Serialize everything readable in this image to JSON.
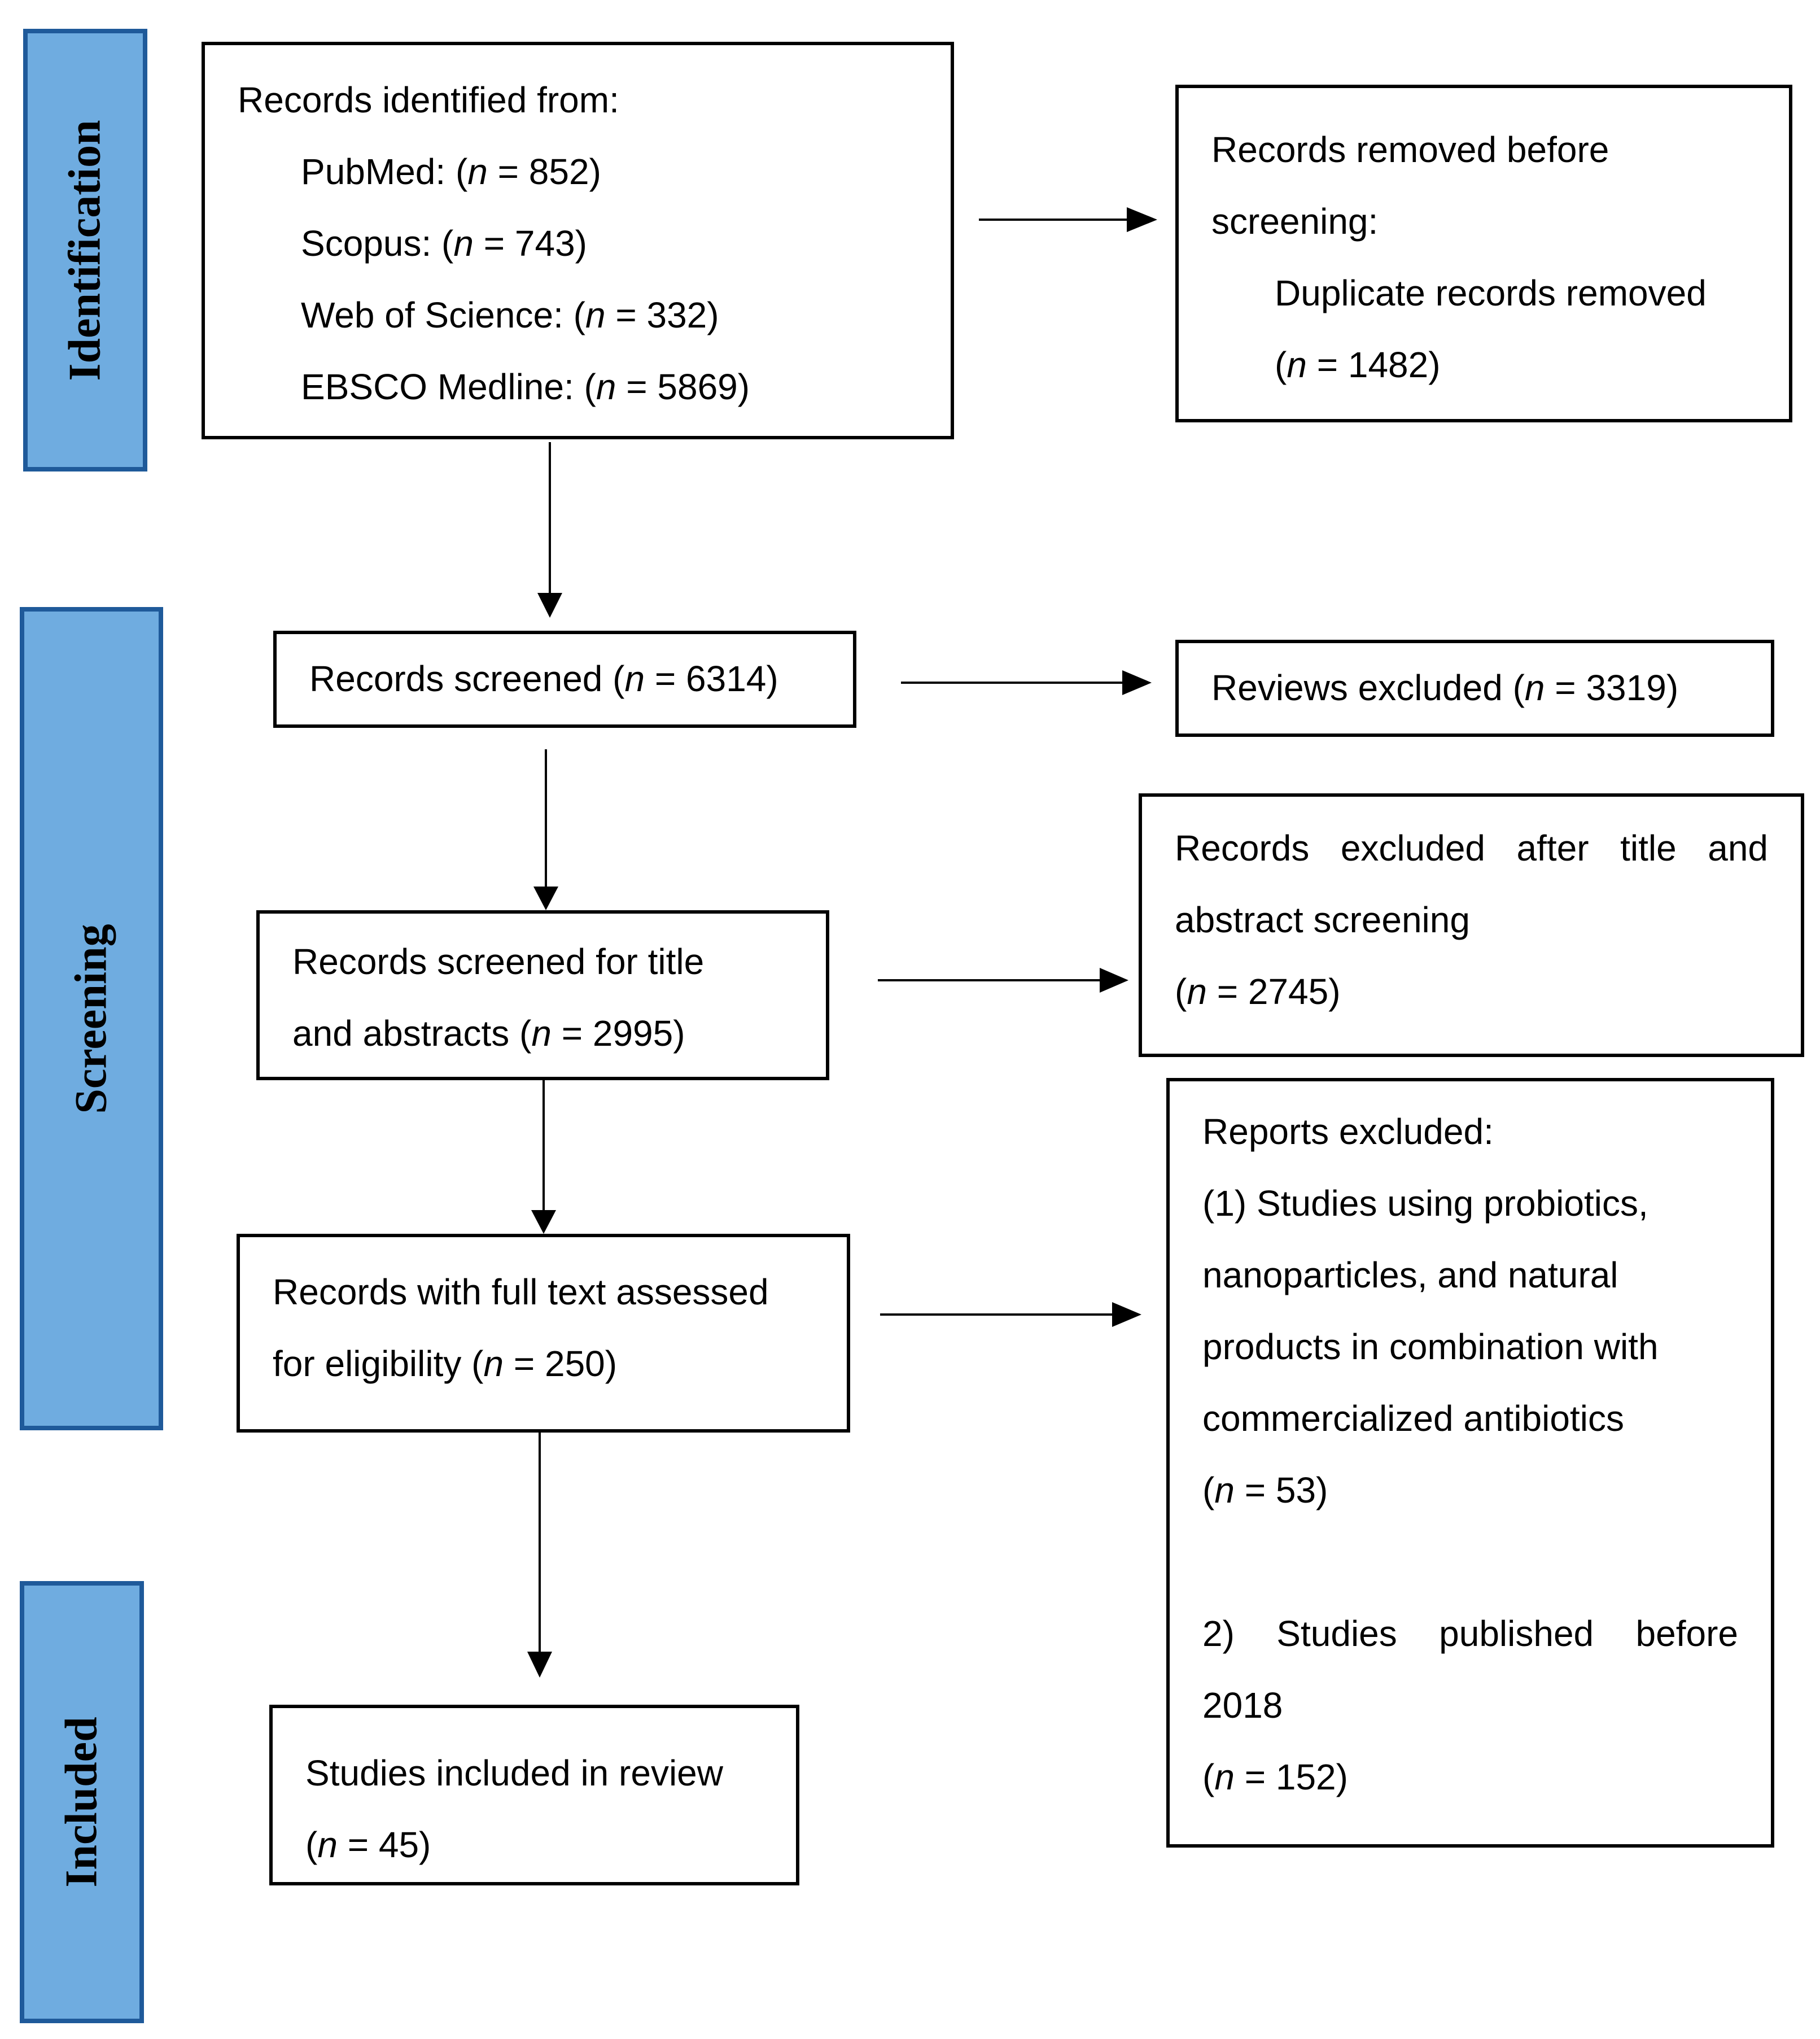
{
  "stages": {
    "identification": "Identification",
    "screening": "Screening",
    "included": "Included"
  },
  "boxes": {
    "identified": [
      {
        "before": "Records identified from:"
      },
      {
        "before": "PubMed: (",
        "italic": "n",
        "after": " = 852)",
        "indent": true
      },
      {
        "before": "Scopus: (",
        "italic": "n",
        "after": " = 743)",
        "indent": true
      },
      {
        "before": "Web of Science: (",
        "italic": "n",
        "after": " = 332)",
        "indent": true
      },
      {
        "before": "EBSCO Medline: (",
        "italic": "n",
        "after": " = 5869)",
        "indent": true
      }
    ],
    "removed_before_screening": [
      {
        "before": "Records removed before"
      },
      {
        "before": "screening:"
      },
      {
        "before": "Duplicate records removed",
        "indent": true
      },
      {
        "before": "(",
        "italic": "n",
        "after": " = 1482)",
        "indent": true
      }
    ],
    "screened": [
      {
        "before": "Records screened (",
        "italic": "n",
        "after": " = 6314)"
      }
    ],
    "reviews_excluded": [
      {
        "before": "Reviews excluded (",
        "italic": "n",
        "after": " = 3319)"
      }
    ],
    "title_abstract": [
      {
        "before": "Records screened for title"
      },
      {
        "before": "and abstracts (",
        "italic": "n",
        "after": " = 2995)"
      }
    ],
    "excluded_title_abstract": [
      {
        "before": "Records excluded after title and",
        "justify": true
      },
      {
        "before": "abstract screening"
      },
      {
        "before": "(",
        "italic": "n",
        "after": " = 2745)"
      }
    ],
    "full_text": [
      {
        "before": "Records with full text assessed"
      },
      {
        "before": "for eligibility (",
        "italic": "n",
        "after": " = 250)"
      }
    ],
    "reports_excluded": [
      {
        "before": "Reports excluded:"
      },
      {
        "before": "(1) Studies using probiotics,"
      },
      {
        "before": "nanoparticles, and natural"
      },
      {
        "before": "products in combination with"
      },
      {
        "before": "commercialized antibiotics"
      },
      {
        "before": "(",
        "italic": "n",
        "after": " = 53)"
      },
      {
        "blank": true
      },
      {
        "before": "2) Studies published before",
        "justify": true
      },
      {
        "before": "2018"
      },
      {
        "before": "(",
        "italic": "n",
        "after": " = 152)"
      }
    ],
    "included": [
      {
        "before": "Studies included in review"
      },
      {
        "before": "(",
        "italic": "n",
        "after": " = 45)"
      }
    ]
  },
  "colors": {
    "stage_fill": "#6FACE0",
    "stage_border": "#1F5A9A"
  }
}
